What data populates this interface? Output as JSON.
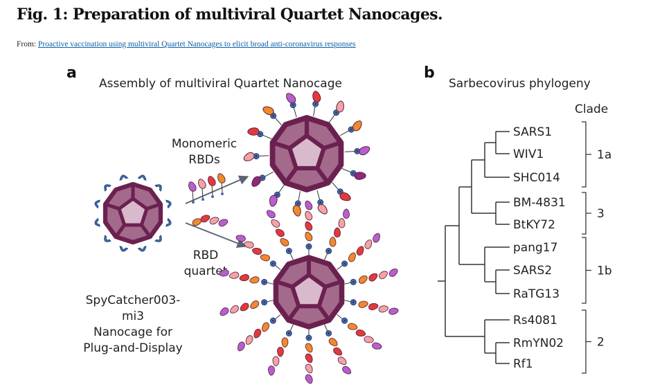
{
  "figure": {
    "title": "Fig. 1: Preparation of multiviral Quartet Nanocages.",
    "source_prefix": "From: ",
    "source_link": "Proactive vaccination using multiviral Quartet Nanocages to elicit broad anti-coronavirus responses"
  },
  "panel_a": {
    "letter": "a",
    "title": "Assembly of multiviral Quartet Nanocage",
    "arrow_top_label": [
      "Monomeric",
      "RBDs"
    ],
    "arrow_bottom_label": [
      "RBD",
      "quartet"
    ],
    "nanocage_label": {
      "line1": "SpyCatcher003-",
      "line2": "mi3",
      "line3": "Nanocage for",
      "line4": "Plug-and-Display"
    },
    "colors": {
      "cage": "#6b2150",
      "cage_light": "#a36a8c",
      "catcher": "#3f6fb0",
      "spycatcher_text": "#4a78b8",
      "mi3_text": "#6b2150",
      "rbd": [
        "#8e2a7b",
        "#b85fcf",
        "#f2a3a8",
        "#e23a3a",
        "#f08a2a"
      ]
    }
  },
  "panel_b": {
    "letter": "b",
    "title": "Sarbecovirus phylogeny",
    "clade_header": "Clade",
    "leaves": [
      "SARS1",
      "WIV1",
      "SHC014",
      "BM-4831",
      "BtKY72",
      "pang17",
      "SARS2",
      "RaTG13",
      "Rs4081",
      "RmYN02",
      "Rf1"
    ],
    "clades": [
      {
        "name": "1a",
        "from": 0,
        "to": 2
      },
      {
        "name": "3",
        "from": 3,
        "to": 4
      },
      {
        "name": "1b",
        "from": 5,
        "to": 7
      },
      {
        "name": "2",
        "from": 8,
        "to": 10
      }
    ]
  }
}
